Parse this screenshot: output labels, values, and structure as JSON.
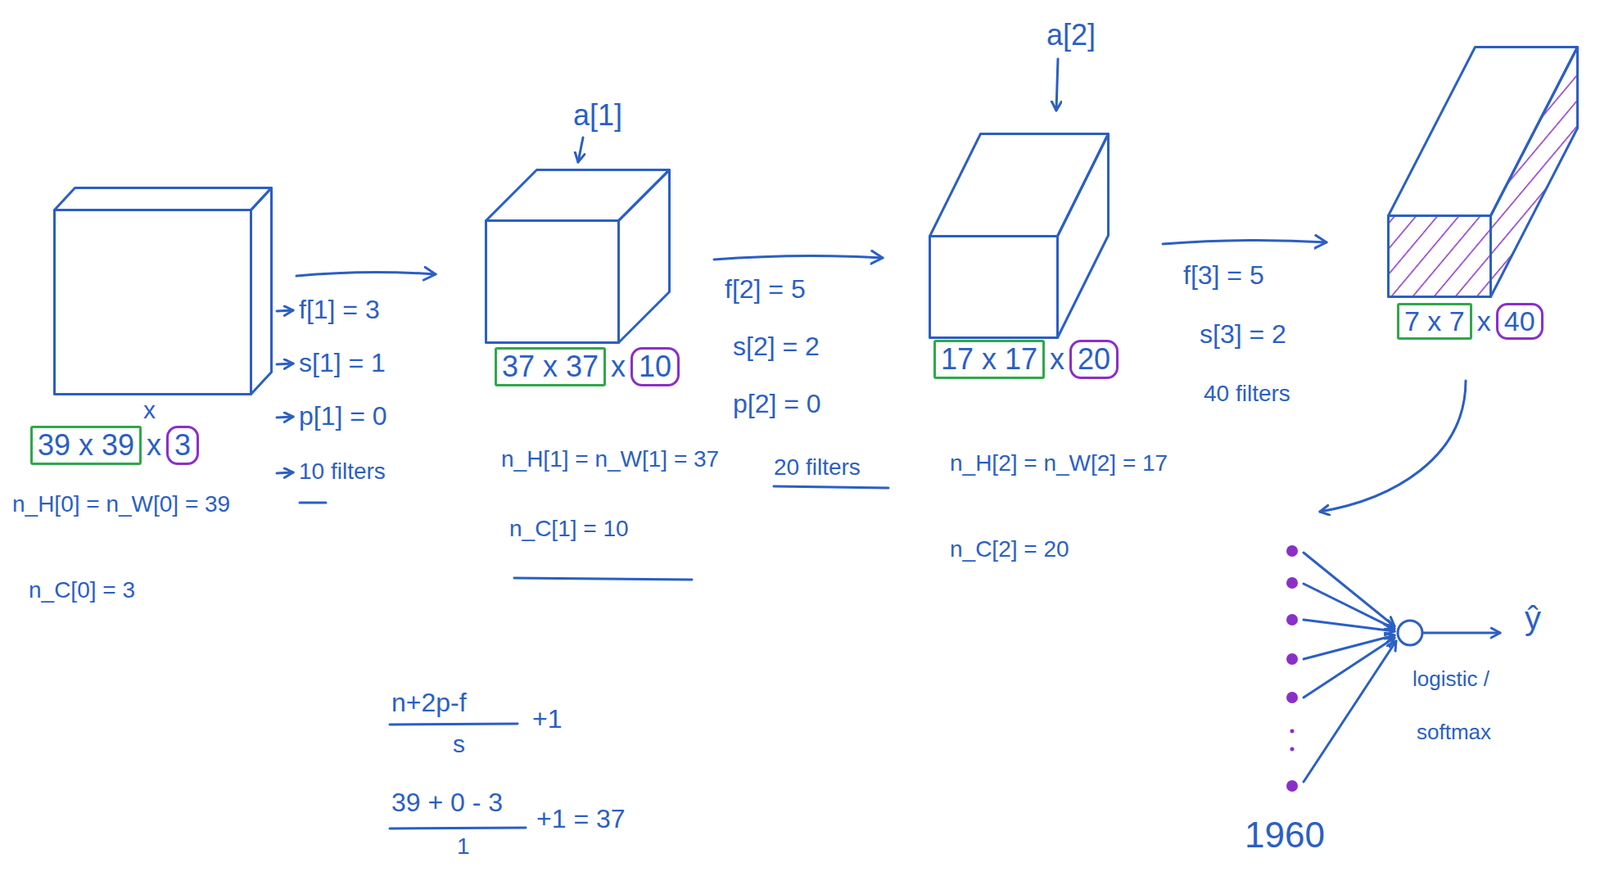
{
  "diagram": {
    "nodes": [
      {
        "text": [
          "39 x 39",
          "x",
          "3"
        ]
      },
      {
        "text": [
          "37 x 37",
          "x",
          "10"
        ]
      },
      {
        "text": [
          "17 x 17",
          "x",
          "20"
        ]
      },
      {
        "text": [
          "7 x 7",
          "x",
          "40"
        ]
      }
    ],
    "edges": [
      {
        "from": 0,
        "to": 1,
        "arrow": "to"
      },
      {
        "from": 1,
        "to": 2,
        "arrow": "to"
      },
      {
        "from": 2,
        "to": 3,
        "arrow": "to"
      }
    ],
    "labels": [
      "a[1]",
      "a[2]",
      "x",
      "n_H[0] = n_W[0] = 39",
      "n_C[0] = 3",
      "f[1] = 3",
      "s[1] = 1",
      "p[1] = 0",
      "10 filters",
      "n_H[1] = n_W[1] = 37",
      "n_C[1] = 10",
      "f[2] = 5",
      "s[2] = 2",
      "p[2] = 0",
      "20 filters",
      "n_H[2] = n_W[2] = 17",
      "n_C[2] = 20",
      "f[3] = 5",
      "s[3] = 2",
      "40 filters",
      "ŷ",
      "logistic /",
      "softmax",
      "1960",
      "n+2p-f",
      "s",
      "+1",
      "39 + 0 - 3",
      "1",
      "+1 = 37"
    ]
  }
}
